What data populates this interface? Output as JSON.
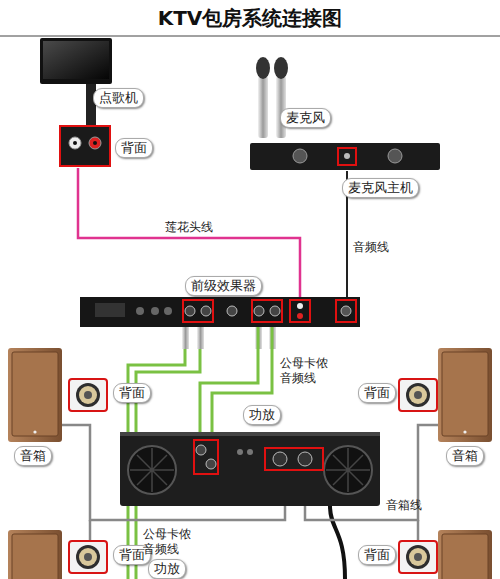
{
  "diagram": {
    "title": "KTV包房系统连接图",
    "nodes": [
      {
        "text": [
          "点歌机"
        ]
      },
      {
        "text": [
          "麦克风"
        ]
      },
      {
        "text": [
          "麦克风主机"
        ]
      },
      {
        "text": [
          "前级效果器"
        ]
      },
      {
        "text": [
          "功放"
        ]
      },
      {
        "text": [
          "音箱"
        ]
      },
      {
        "text": [
          "音箱"
        ]
      }
    ],
    "edges": [
      {
        "from": 0,
        "to": 3,
        "arrow": "none",
        "label": "莲花头线"
      },
      {
        "from": 2,
        "to": 3,
        "arrow": "none",
        "label": "音频线"
      },
      {
        "from": 3,
        "to": 4,
        "arrow": "none",
        "label": "公母卡侬 音频线"
      },
      {
        "from": 3,
        "to": 4,
        "arrow": "none"
      },
      {
        "from": 4,
        "to": 5,
        "arrow": "none"
      },
      {
        "from": 4,
        "to": 6,
        "arrow": "none",
        "label": "音箱线"
      }
    ],
    "labels": [
      "背面",
      "背面",
      "背面",
      "背面",
      "背面",
      "公母卡侬 音频线",
      "功放"
    ]
  }
}
